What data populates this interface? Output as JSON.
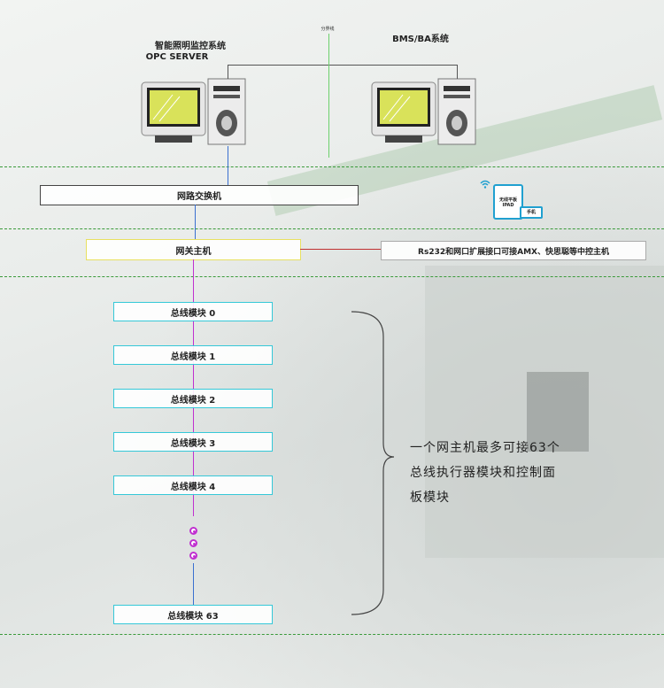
{
  "servers": {
    "left_title_1": "智能照明监控系统",
    "left_title_2": "OPC SERVER",
    "center_label": "分界线",
    "right_title": "BMS/BA系统"
  },
  "network_switch": "网路交换机",
  "gateway": "网关主机",
  "expansion_note": "Rs232和网口扩展接口可接AMX、快思聪等中控主机",
  "devices": {
    "tablet_label_1": "无线平板",
    "tablet_label_2": "IPAD",
    "phone_label": "手机"
  },
  "modules": [
    {
      "label": "总线模块 0"
    },
    {
      "label": "总线模块 1"
    },
    {
      "label": "总线模块 2"
    },
    {
      "label": "总线模块 3"
    },
    {
      "label": "总线模块 4"
    }
  ],
  "last_module": "总线模块 63",
  "brace_note": {
    "line1": "一个网主机最多可接63个",
    "line2": "总线执行器模块和控制面",
    "line3": "板模块"
  },
  "colors": {
    "divider": "#3a9a3a",
    "module_border": "#35c8d8",
    "bus_line": "#c030d0",
    "gateway_border": "#e8e060",
    "link_blue": "#3a70d0",
    "link_red": "#c03030",
    "link_green": "#6cd06c"
  }
}
